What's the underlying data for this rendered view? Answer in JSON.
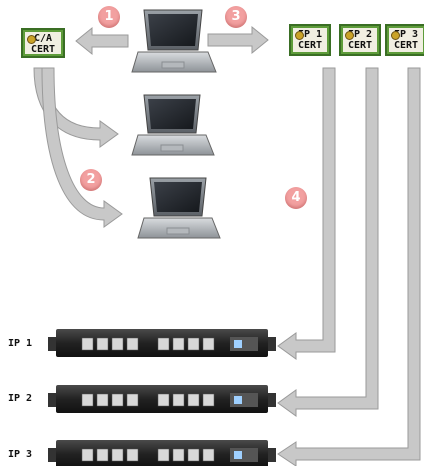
{
  "ca_cert": {
    "line1": "C/A",
    "line2": "CERT"
  },
  "ip_certs": [
    {
      "line1": "IP 1",
      "line2": "CERT"
    },
    {
      "line1": "IP 2",
      "line2": "CERT"
    },
    {
      "line1": "IP 3",
      "line2": "CERT"
    }
  ],
  "steps": [
    "1",
    "2",
    "3",
    "4"
  ],
  "pdu_labels": [
    "IP 1",
    "IP 2",
    "IP 3"
  ],
  "colors": {
    "arrow_fill": "#c8c8c8",
    "arrow_stroke": "#9a9a9a",
    "step_badge": "#f2a0a0",
    "cert_border": "#5e9c3a",
    "pdu_body": "#2a2a2a"
  }
}
